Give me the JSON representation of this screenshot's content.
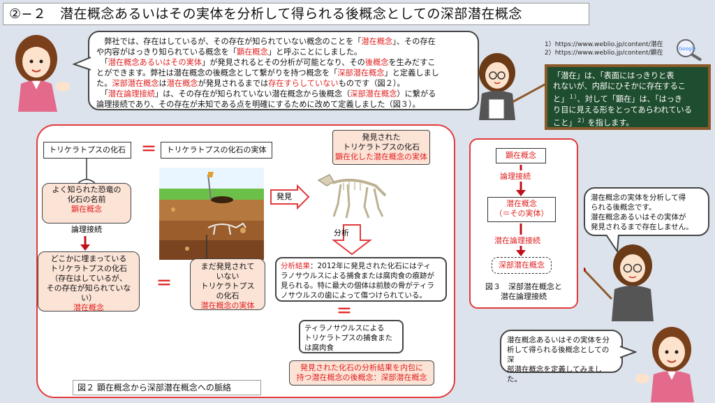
{
  "title": "②−２　潜在概念あるいはその実体を分析して得られる後概念としての深部潜在概念",
  "intro": {
    "lines": [
      [
        {
          "t": "　弊社では、存在はしているが、その存在が知られていない概念のことを「"
        },
        {
          "t": "潜在概念",
          "r": true
        },
        {
          "t": "」、その存在"
        }
      ],
      [
        {
          "t": "や内容がはっきり知られている概念を「"
        },
        {
          "t": "顕在概念",
          "r": true
        },
        {
          "t": "」と呼ぶことにしました。"
        }
      ],
      [
        {
          "t": "　「"
        },
        {
          "t": "潜在概念あるいはその実体",
          "r": true
        },
        {
          "t": "」が発見されるとその分析が可能となり、その"
        },
        {
          "t": "後概念",
          "r": true
        },
        {
          "t": "を生みだすこ"
        }
      ],
      [
        {
          "t": "とができます。弊社は潜在概念の後概念として繋がりを持つ概念を「"
        },
        {
          "t": "深部潜在概念",
          "r": true
        },
        {
          "t": "」と定義しまし"
        }
      ],
      [
        {
          "t": "た。"
        },
        {
          "t": "深部潜在概念",
          "r": true
        },
        {
          "t": "は"
        },
        {
          "t": "潜在概念",
          "r": true
        },
        {
          "t": "が発見されるまでは"
        },
        {
          "t": "存在すらしていない",
          "r": true
        },
        {
          "t": "ものです（図２）。"
        }
      ],
      [
        {
          "t": "　「"
        },
        {
          "t": "潜在論理接続",
          "r": true
        },
        {
          "t": "」は、その存在が知られていない潜在概念から後概念（"
        },
        {
          "t": "深部潜在概念",
          "r": true
        },
        {
          "t": "）に繋がる"
        }
      ],
      [
        {
          "t": "論理接続であり、その存在が未知である点を明確にするために改めて定義しました（図３）。"
        }
      ]
    ]
  },
  "refs": [
    "1）https://www.weblio.jp/content/潜在",
    "2）https://www.weblio.jp/content/顕在"
  ],
  "google_label": "Google",
  "board": {
    "lines": [
      [
        {
          "t": "「潜在」は、「表面にはっきりと表"
        }
      ],
      [
        {
          "t": "れないが、内部にひそかに存在するこ"
        }
      ],
      [
        {
          "t": "と」"
        },
        {
          "t": "１）",
          "sup": true
        },
        {
          "t": "、対して「顕在」は、「はっき"
        }
      ],
      [
        {
          "t": "り目に見える形をとってあらわれている"
        }
      ],
      [
        {
          "t": "こと」"
        },
        {
          "t": "２）",
          "sup": true
        },
        {
          "t": "を指します。"
        }
      ]
    ]
  },
  "fig2": {
    "caption": "図２ 顕在概念から深部潜在概念への脈絡",
    "fossil_name": "トリケラトプスの化石",
    "fossil_entity": "トリケラトプスの化石の実体",
    "known_lines": [
      "よく知られた恐竜の",
      "化石の名前"
    ],
    "known_tag": "顕在概念",
    "link_label": "論理接続",
    "buried_lines": [
      "どこかに埋まっている",
      "トリケラトプスの化石",
      "（存在はしているが、",
      "その存在が知られていな",
      "い）"
    ],
    "buried_tag": "潜在概念",
    "undiscovered_lines": [
      "まだ発見されて",
      "いない",
      "トリケラトプス",
      "の化石"
    ],
    "undiscovered_tag": "潜在概念の実体",
    "discovered_lines": [
      "発見された",
      "トリケラトプスの化石"
    ],
    "discovered_tag": "顕在化した潜在概念の実体",
    "discover_label": "発見",
    "analysis_label": "分析",
    "analysis_lines": [
      [
        {
          "t": "分析結果",
          "r": true
        },
        {
          "t": "：2012年に発見された化石にはティ"
        }
      ],
      [
        {
          "t": "ラノサウルスによる捕食または腐肉食の痕跡が"
        }
      ],
      [
        {
          "t": "見られる。特に最大の個体は前肢の骨がティラ"
        }
      ],
      [
        {
          "t": "ノサウルスの歯によって傷つけられている。"
        }
      ]
    ],
    "predation_lines": [
      "ティラノサウルスによる",
      "トリケラトプスの捕食また",
      "は腐肉食"
    ],
    "deep_lines": [
      "発見された化石の分析結果を内包に",
      "持つ潜在概念の後概念：深部潜在概念"
    ],
    "eq_symbol": "＝"
  },
  "fig3": {
    "caption_lines": [
      "図３　深部潜在概念と",
      "潜在論理接続"
    ],
    "node1": "顕在概念",
    "edge1": "論理接続",
    "node2_lines": [
      "潜在概念",
      "（＝その実体）"
    ],
    "edge2": "潜在論理接続",
    "node3": "深部潜在概念"
  },
  "speech_right_top": [
    "潜在概念の実体を分析して得",
    "られる後概念です。",
    "潜在概念あるいはその実体が",
    "発見されるまで存在しません。"
  ],
  "speech_right_bottom": [
    "潜在概念あるいはその実体を分",
    "析して得られる後概念としての深",
    "部潜在概念を定義してみました。"
  ],
  "colors": {
    "accent_red": "#e02020",
    "panel_border": "#e23a3a",
    "pink_fill": "#fbe3d6",
    "board": "#1f4d2f"
  }
}
